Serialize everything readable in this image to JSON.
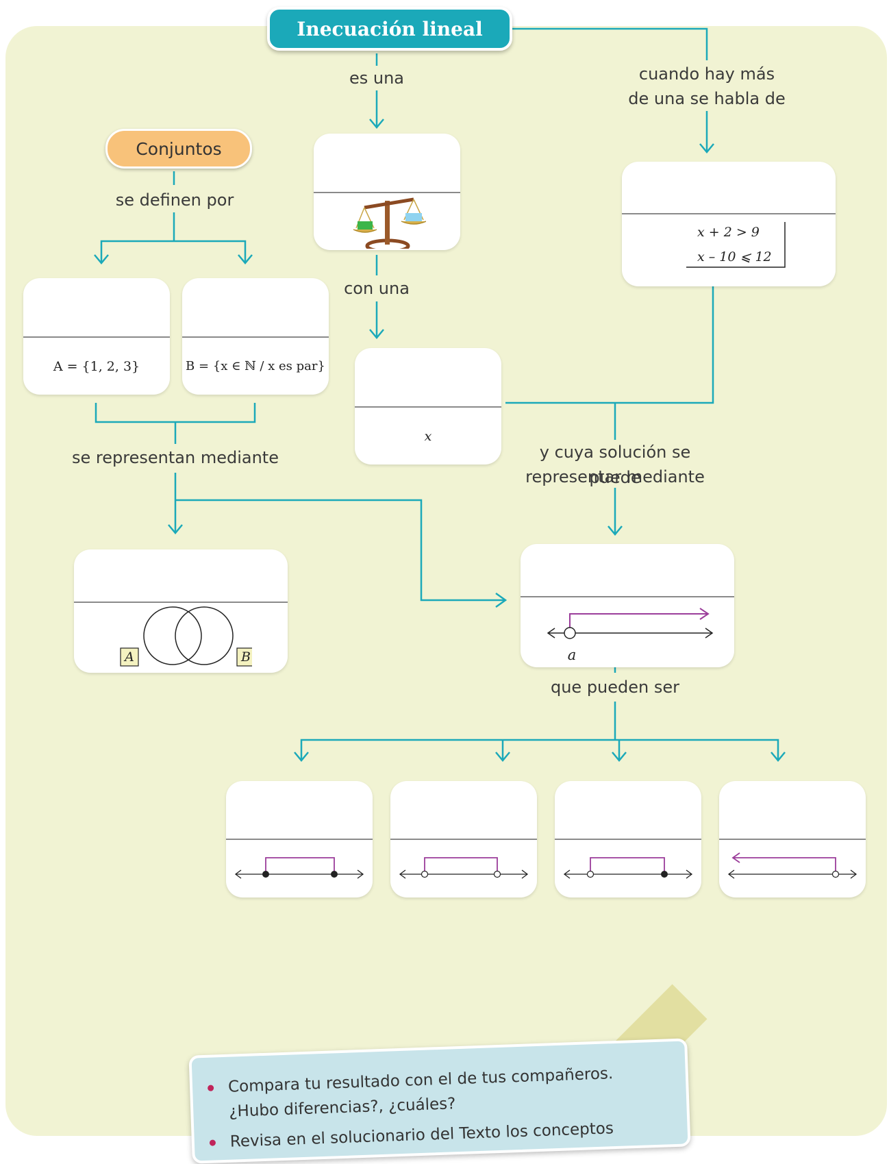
{
  "title": "Inecuación lineal",
  "conjuntos": "Conjuntos",
  "connectors": {
    "es_una": "es una",
    "con_una": "con una",
    "cuando_line1": "cuando hay más",
    "cuando_line2": "de una se habla de",
    "se_definen_por": "se definen por",
    "se_representan": "se representan mediante",
    "cuya_line1": "y cuya solución se puede",
    "cuya_line2": "representar mediante",
    "que_pueden_ser": "que pueden ser"
  },
  "cards": {
    "set_a_example": "A = {1, 2, 3}",
    "set_b_example": "B = {x ∈ ℕ / x es par}",
    "variable_example": "x",
    "system_line1": "x + 2 > 9",
    "system_line2": "x – 10 ⩽ 12",
    "venn_a": "A",
    "venn_b": "B",
    "interval_point": "a"
  },
  "note": {
    "item1_line1": "Compara tu resultado con el de tus compañeros.",
    "item1_line2": "¿Hubo diferencias?, ¿cuáles?",
    "item2_line1": "Revisa en el solucionario del Texto los conceptos"
  },
  "colors": {
    "connector": "#1ba9b9",
    "interval": "#9b3d9a",
    "panel": "#f1f3d3",
    "title_box": "#1ba9b9",
    "conjuntos_box": "#f8c27a",
    "note": "#c8e4ea",
    "bullet": "#c0245a"
  }
}
